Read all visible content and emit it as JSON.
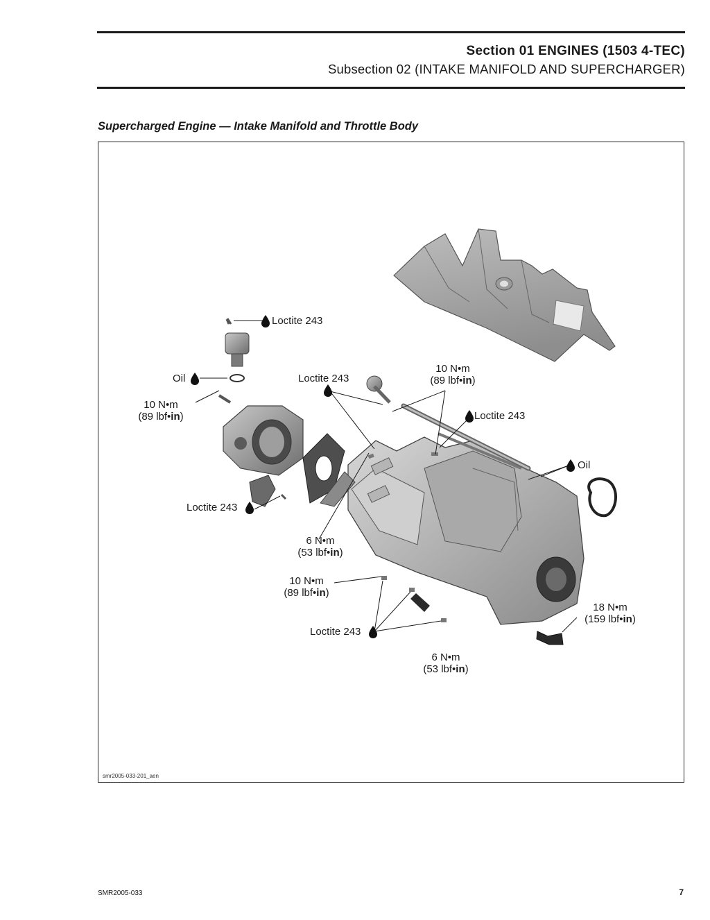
{
  "header": {
    "section": "Section 01 ENGINES (1503 4-TEC)",
    "subsection": "Subsection 02 (INTAKE MANIFOLD AND SUPERCHARGER)"
  },
  "figure": {
    "caption": "Supercharged Engine — Intake Manifold and Throttle Body",
    "code": "smr2005-033-201_aen",
    "callouts": {
      "loctite_top": "Loctite 243",
      "oil_left": "Oil",
      "torque_left": {
        "value": "10 N•m",
        "unit_prefix": "(89 lbf•",
        "unit_bold": "in",
        "unit_suffix": ")"
      },
      "loctite_mid": "Loctite 243",
      "torque_top_right": {
        "value": "10 N•m",
        "unit_prefix": "(89 lbf•",
        "unit_bold": "in",
        "unit_suffix": ")"
      },
      "loctite_right": "Loctite 243",
      "oil_right": "Oil",
      "loctite_left_low": "Loctite 243",
      "torque_center": {
        "value": "6 N•m",
        "unit_prefix": "(53 lbf•",
        "unit_bold": "in",
        "unit_suffix": ")"
      },
      "torque_lower": {
        "value": "10 N•m",
        "unit_prefix": "(89 lbf•",
        "unit_bold": "in",
        "unit_suffix": ")"
      },
      "loctite_bottom": "Loctite 243",
      "torque_bottom": {
        "value": "6 N•m",
        "unit_prefix": "(53 lbf•",
        "unit_bold": "in",
        "unit_suffix": ")"
      },
      "torque_far_right": {
        "value": "18 N•m",
        "unit_prefix": "(159 lbf•",
        "unit_bold": "in",
        "unit_suffix": ")"
      }
    }
  },
  "footer": {
    "doc_code": "SMR2005-033",
    "page_number": "7"
  }
}
